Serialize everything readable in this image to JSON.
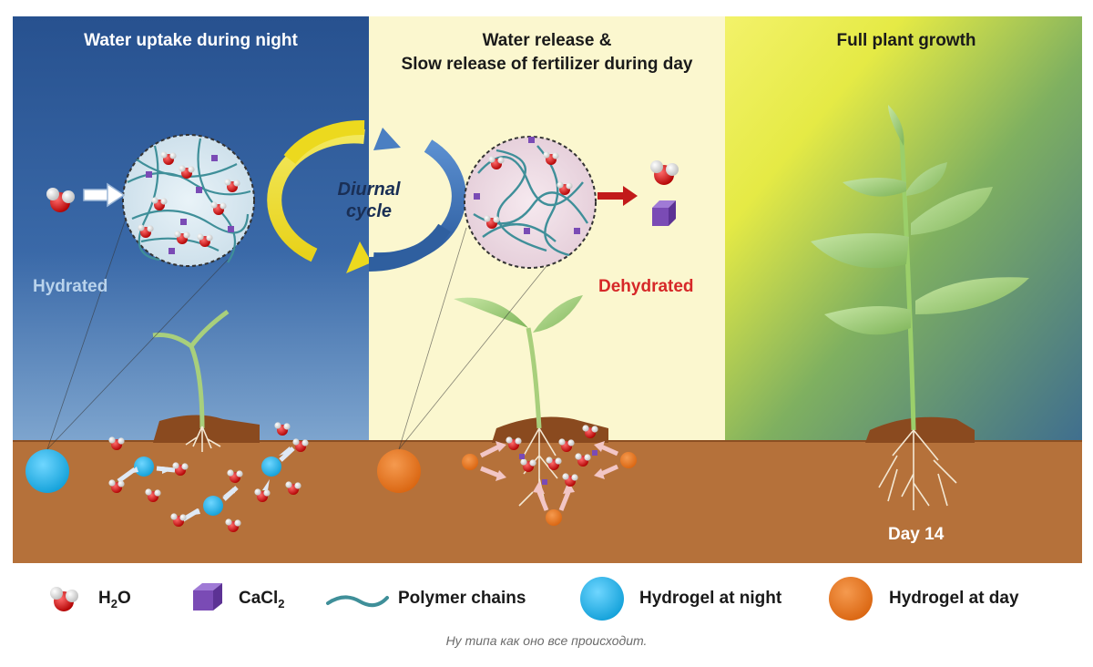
{
  "panels": {
    "night": {
      "title": "Water uptake during night",
      "state": "Hydrated"
    },
    "day": {
      "title_line1": "Water release &",
      "title_line2": "Slow release of fertilizer during day",
      "state": "Dehydrated"
    },
    "growth": {
      "title": "Full plant growth",
      "day_label": "Day 14"
    }
  },
  "cycle": {
    "line1": "Diurnal",
    "line2": "cycle"
  },
  "legend": {
    "h2o": {
      "main": "H",
      "sub": "2",
      "tail": "O"
    },
    "cacl2": {
      "main": "CaCl",
      "sub": "2"
    },
    "polymer": "Polymer chains",
    "hydrogel_night": "Hydrogel at night",
    "hydrogel_day": "Hydrogel at day"
  },
  "caption": "Ну типа как оно все происходит.",
  "colors": {
    "soil": "#b5713a",
    "night_sky": "#2f5a95",
    "day_sky": "#fbf7cf",
    "hydrogel_night": "#1fb3ea",
    "hydrogel_day": "#e8741e",
    "dehydrated_label": "#d62828",
    "hydrated_label": "#b9d3ec",
    "polymer": "#3f8f99",
    "cacl2": "#7a4bb5"
  }
}
